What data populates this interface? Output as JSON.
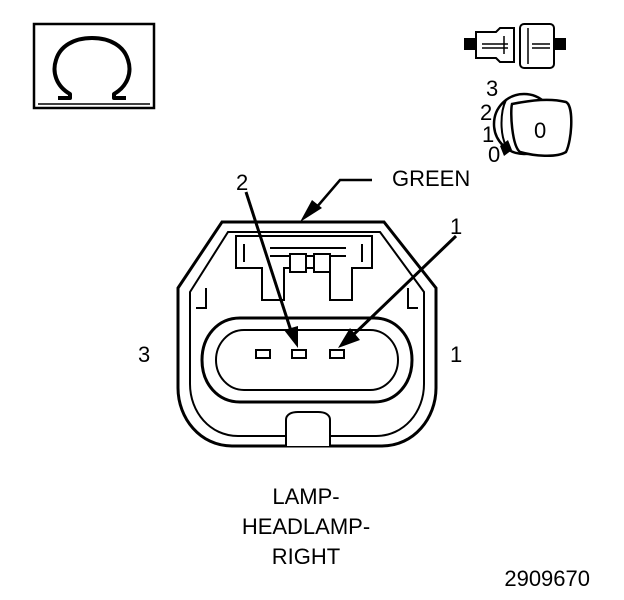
{
  "wire_color_label": "GREEN",
  "pin_labels": {
    "pin2": "2",
    "pin1": "1",
    "left": "3",
    "right": "1"
  },
  "key_switch": {
    "positions": [
      "3",
      "2",
      "1",
      "0"
    ],
    "key_label": "0"
  },
  "caption": {
    "line1": "LAMP-",
    "line2": "HEADLAMP-",
    "line3": "RIGHT"
  },
  "figure_number": "2909670",
  "icons": {
    "meter": "ohm-symbol-icon",
    "connector": "disconnected-connector-icon",
    "ignition": "ignition-key-off-icon"
  }
}
